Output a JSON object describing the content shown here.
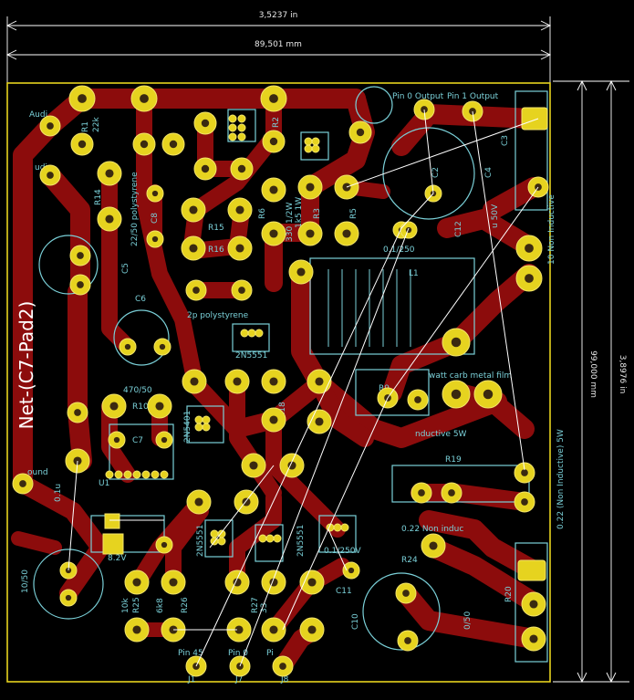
{
  "dimensions": {
    "top_inches": "3,5237 in",
    "top_mm": "89,501 mm",
    "right_inches": "3,8976 in",
    "right_mm": "99,000 mm"
  },
  "net_label": "Net-(C7-Pad2)",
  "colors": {
    "copper": "#8c0c0c",
    "pad": "#e6d31f",
    "silk": "#7ad0d8",
    "edge": "#e6d31f",
    "background": "#000000"
  },
  "silkscreen_labels": [
    {
      "id": "pin0out",
      "text": "Pin 0 Output"
    },
    {
      "id": "pin1out",
      "text": "Pin 1 Output"
    },
    {
      "id": "audio",
      "text": "Audi"
    },
    {
      "id": "udio",
      "text": "udi"
    },
    {
      "id": "r22k",
      "text": "22k"
    },
    {
      "id": "r1",
      "text": "R1"
    },
    {
      "id": "r2",
      "text": "R2"
    },
    {
      "id": "r14",
      "text": "R14"
    },
    {
      "id": "r15",
      "text": "R15"
    },
    {
      "id": "r16",
      "text": "R16"
    },
    {
      "id": "r3",
      "text": "R3"
    },
    {
      "id": "r5",
      "text": "R5"
    },
    {
      "id": "r6",
      "text": "R6"
    },
    {
      "id": "c8",
      "text": "C8"
    },
    {
      "id": "c5",
      "text": "C5"
    },
    {
      "id": "c6",
      "text": "C6"
    },
    {
      "id": "c7",
      "text": "C7"
    },
    {
      "id": "c2",
      "text": "C2"
    },
    {
      "id": "c12",
      "text": "C12"
    },
    {
      "id": "c10",
      "text": "C10"
    },
    {
      "id": "c11",
      "text": "C11"
    },
    {
      "id": "l1",
      "text": "L1"
    },
    {
      "id": "polyc",
      "text": "22/50 polystyrene"
    },
    {
      "id": "poly2",
      "text": "2p polystyrene"
    },
    {
      "id": "q2n5551a",
      "text": "2N5551"
    },
    {
      "id": "q2n5401",
      "text": "2N5401"
    },
    {
      "id": "q2n5551b",
      "text": "2N5551"
    },
    {
      "id": "q2n5551c",
      "text": "2N5551"
    },
    {
      "id": "r10",
      "text": "R10"
    },
    {
      "id": "r470",
      "text": "470/50"
    },
    {
      "id": "r1k5",
      "text": "1k5 1W"
    },
    {
      "id": "r330",
      "text": "330 1/2W"
    },
    {
      "id": "r0_1",
      "text": "0.1/250"
    },
    {
      "id": "nonind",
      "text": "10 Non Inductive"
    },
    {
      "id": "nonind5",
      "text": "0.22 (Non Inductive) 5W"
    },
    {
      "id": "r19",
      "text": "R19"
    },
    {
      "id": "r24",
      "text": "R24"
    },
    {
      "id": "r25",
      "text": "R25"
    },
    {
      "id": "r26",
      "text": "R26"
    },
    {
      "id": "r27",
      "text": "R27"
    },
    {
      "id": "r0_22",
      "text": "0.22 Non induc"
    },
    {
      "id": "wattcarb",
      "text": "watt carb   metal film"
    },
    {
      "id": "ind5w",
      "text": "nductive 5W"
    },
    {
      "id": "r10k",
      "text": "10k"
    },
    {
      "id": "r6k8",
      "text": "6k8"
    },
    {
      "id": "r33",
      "text": "33"
    },
    {
      "id": "c10_50",
      "text": "10/50"
    },
    {
      "id": "c0_50",
      "text": "0/50"
    },
    {
      "id": "d8v2",
      "text": "8.2V"
    },
    {
      "id": "c0_1",
      "text": "0.1u"
    },
    {
      "id": "cap250",
      "text": "0.1/250V"
    },
    {
      "id": "c50v",
      "text": "u 50V"
    },
    {
      "id": "ground",
      "text": "ound"
    },
    {
      "id": "pin45",
      "text": "Pin 45"
    },
    {
      "id": "pin0b",
      "text": "Pin 0"
    },
    {
      "id": "pin_p",
      "text": "Pi"
    },
    {
      "id": "j1",
      "text": "J1"
    },
    {
      "id": "j7",
      "text": "J7"
    },
    {
      "id": "j8",
      "text": "J8"
    },
    {
      "id": "r9",
      "text": "R9"
    },
    {
      "id": "r18",
      "text": "R18"
    },
    {
      "id": "r20",
      "text": "R20"
    },
    {
      "id": "c3",
      "text": "C3"
    },
    {
      "id": "c4",
      "text": "C4"
    },
    {
      "id": "u1",
      "text": "U1"
    }
  ]
}
